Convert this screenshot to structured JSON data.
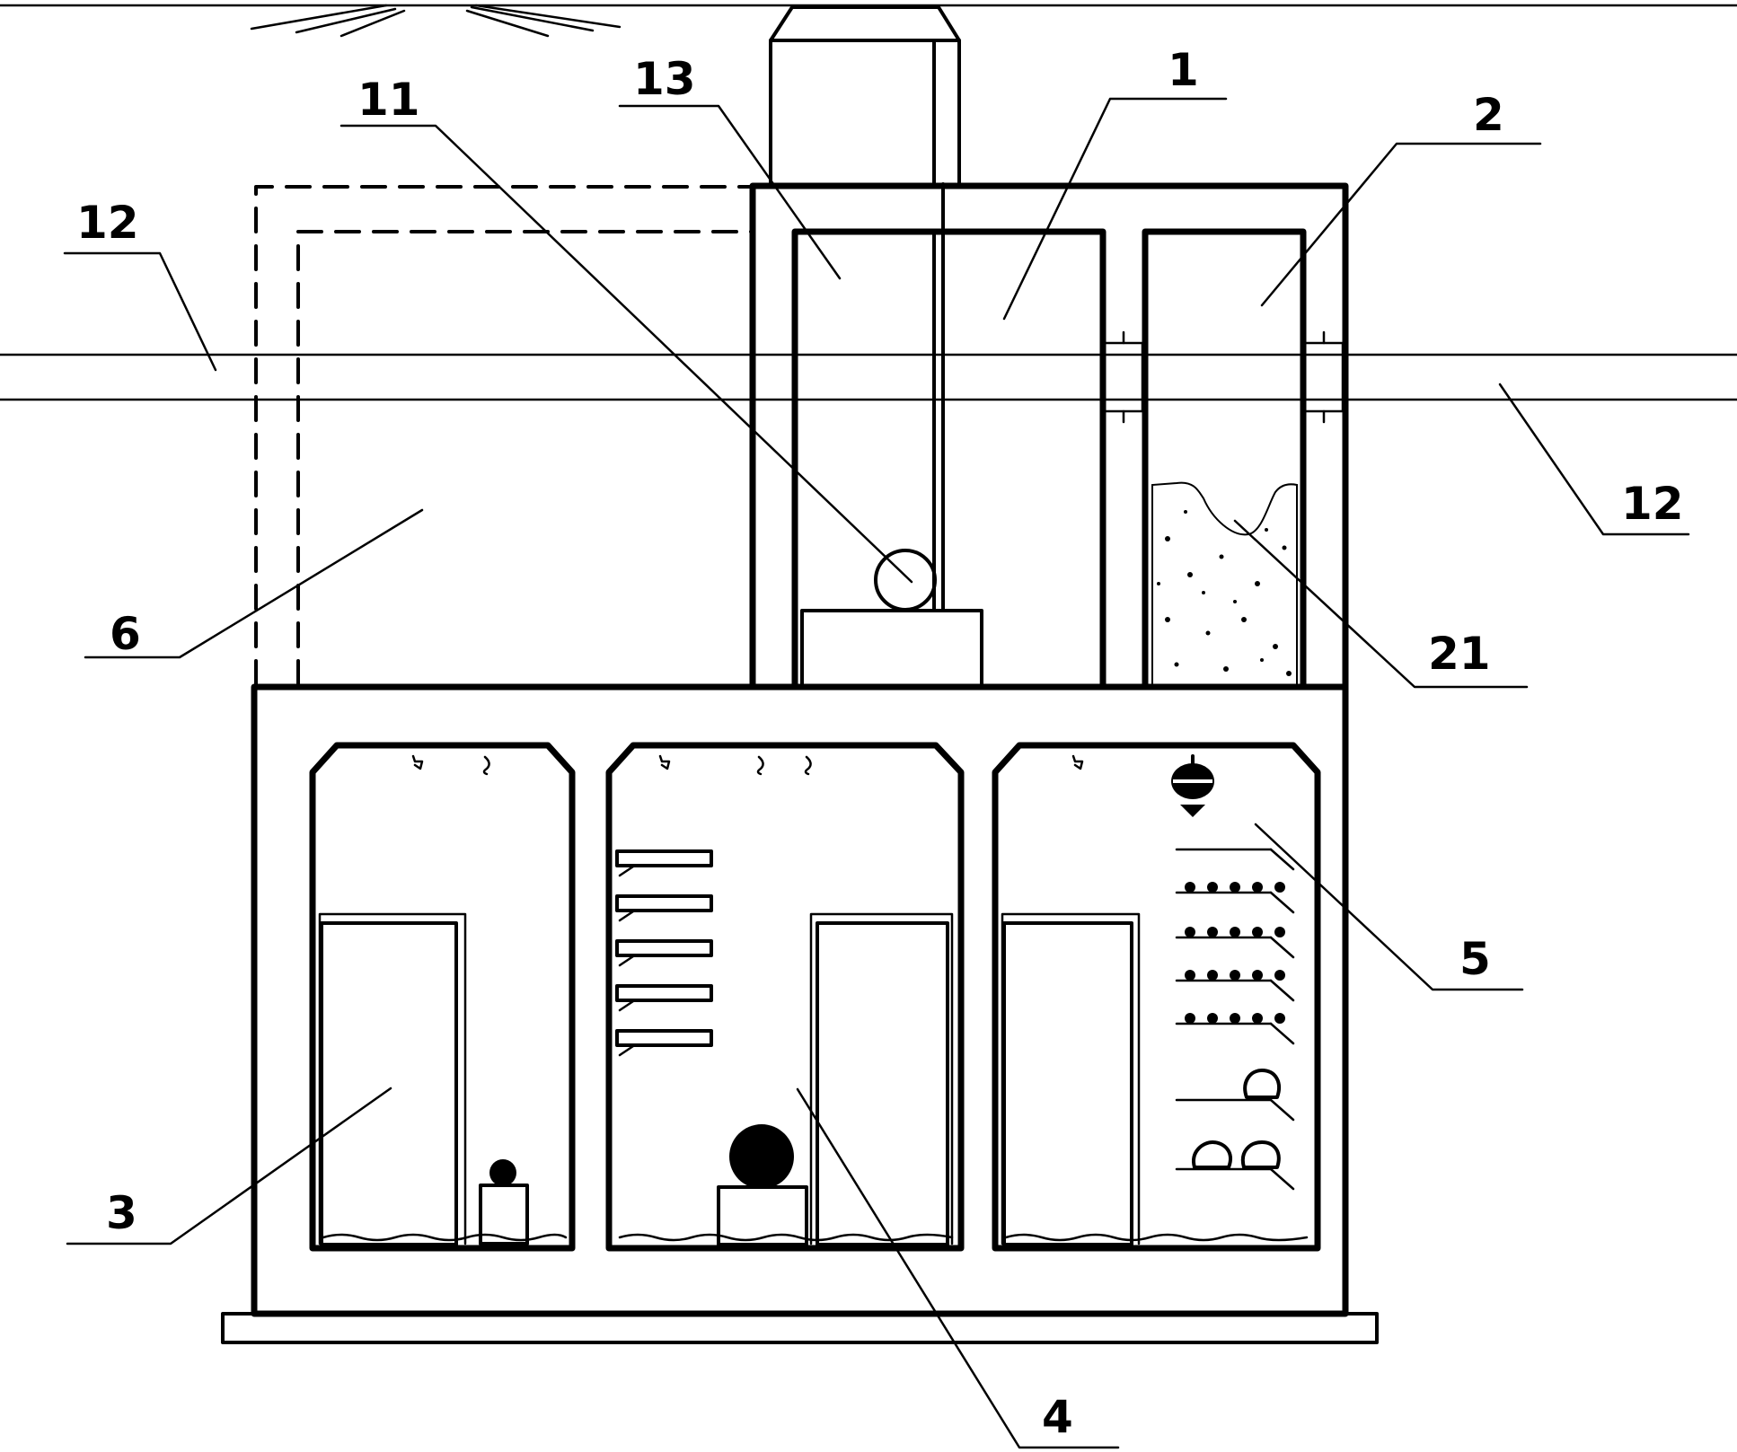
{
  "labels": {
    "l1": "1",
    "l2": "2",
    "l3": "3",
    "l4": "4",
    "l5": "5",
    "l6": "6",
    "l11": "11",
    "l12a": "12",
    "l12b": "12",
    "l13": "13",
    "l21": "21"
  }
}
